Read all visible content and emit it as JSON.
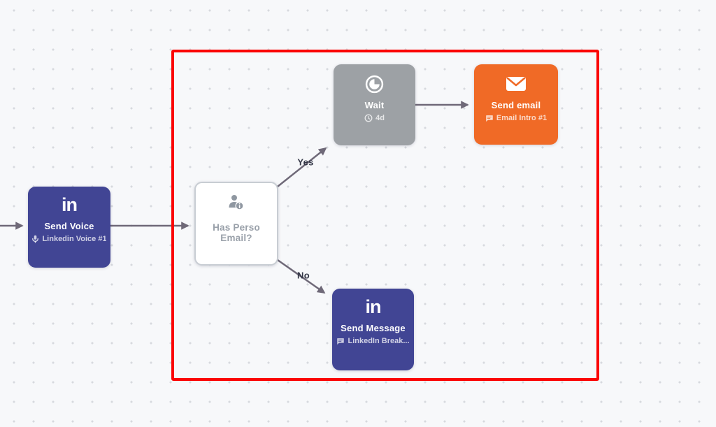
{
  "canvas": {
    "background_color": "#f7f8fa",
    "dot_color": "#d7d9de",
    "selection_color": "#fb0505",
    "arrow_color": "#6f6978"
  },
  "edge_labels": {
    "yes": "Yes",
    "no": "No"
  },
  "colors": {
    "linkedin_node": "#414594",
    "email_node": "#f06a26",
    "wait_node": "#9da1a5",
    "condition_border": "#c8cdd3",
    "condition_text": "#99a0a9"
  },
  "nodes": {
    "send_voice": {
      "logo": "in",
      "title": "Send Voice",
      "subtitle": "Linkedin Voice #1",
      "subtitle_icon": "microphone-icon"
    },
    "has_perso_email": {
      "title": "Has Perso Email?",
      "icon": "person-info-icon"
    },
    "wait": {
      "title": "Wait",
      "subtitle": "4d",
      "icon": "timer-icon",
      "subtitle_icon": "clock-icon"
    },
    "send_email": {
      "title": "Send email",
      "subtitle": "Email Intro #1",
      "icon": "envelope-icon",
      "subtitle_icon": "message-bubble-icon"
    },
    "send_message": {
      "logo": "in",
      "title": "Send Message",
      "subtitle": "LinkedIn Break...",
      "subtitle_icon": "message-bubble-icon"
    }
  }
}
